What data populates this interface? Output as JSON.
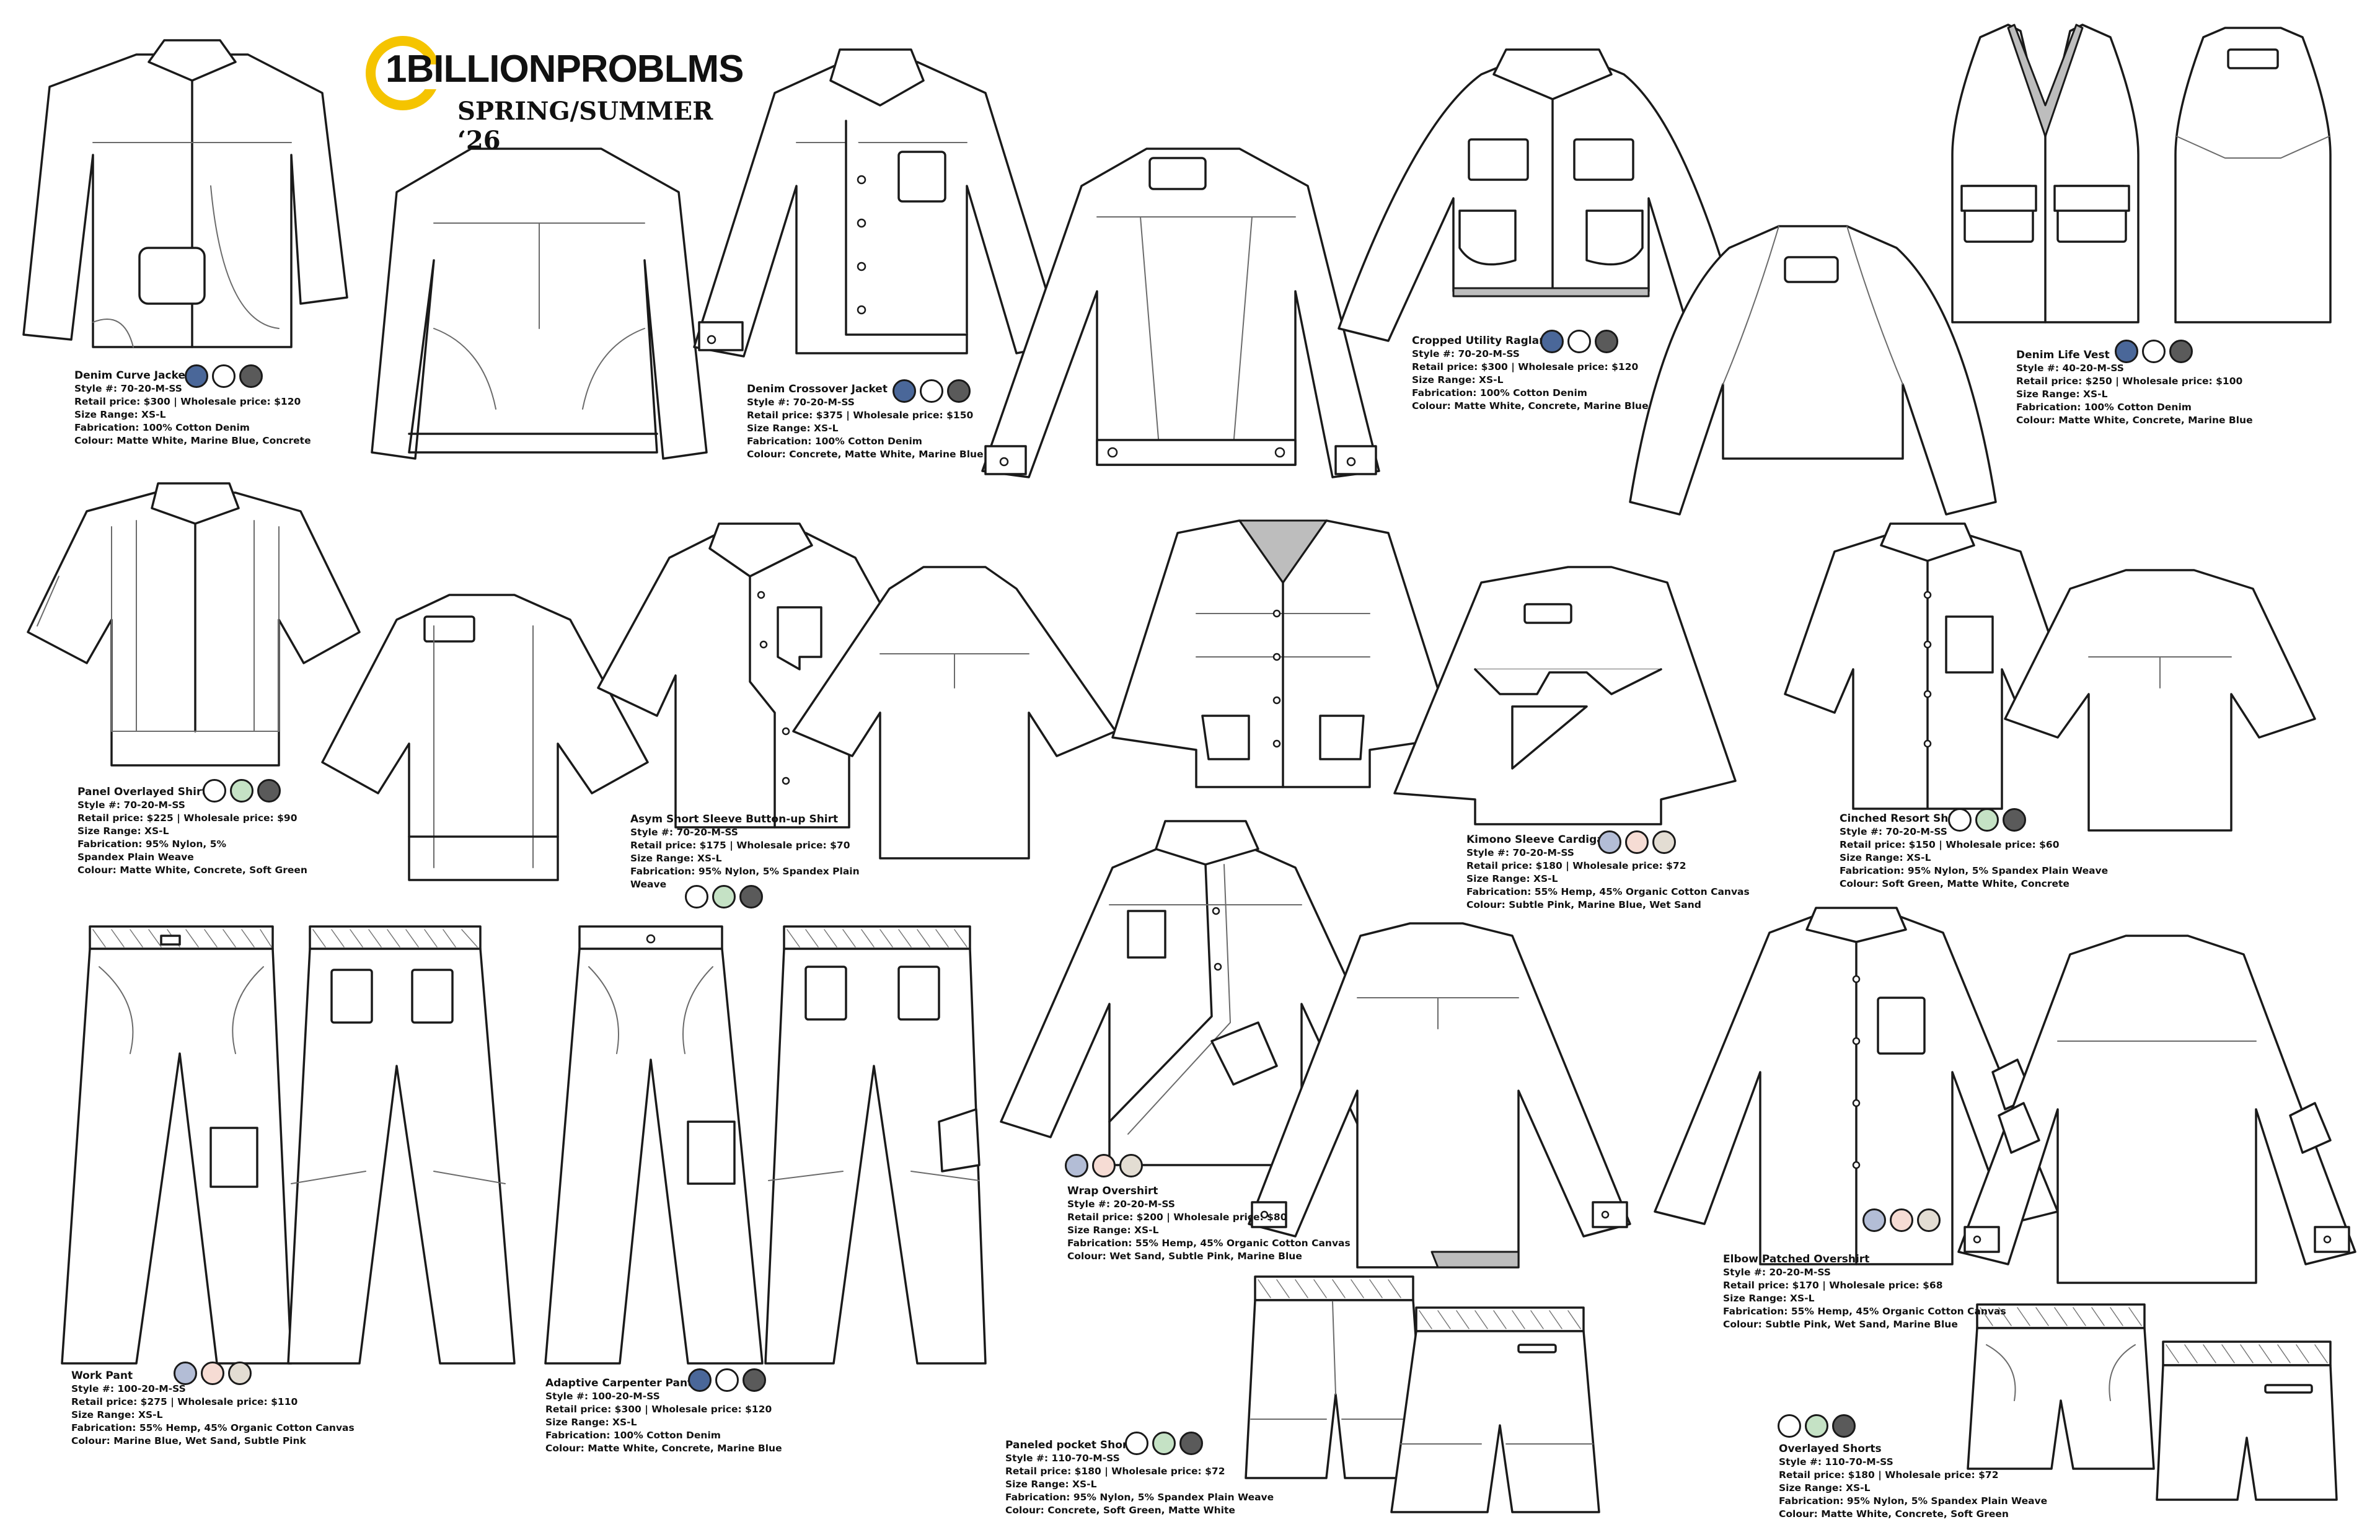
{
  "brand": {
    "logo_text": "1BILLIONPROBLMS",
    "season": "SPRING/SUMMER ‘26",
    "accent_color": "#f5c400"
  },
  "palette": {
    "marine_blue": "#4a6799",
    "matte_white": "#ffffff",
    "concrete": "#5a5a5a",
    "soft_green": "#c5e2c5",
    "subtle_pink": "#f6dcd4",
    "wet_sand": "#e3ddd3",
    "dusty_blue": "#b3bdd6"
  },
  "products": {
    "denim_curve_jacket": {
      "name": "Denim Curve Jacket",
      "style": "Style #: 70-20-M-SS",
      "price": "Retail price: $300 | Wholesale price: $120",
      "size": "Size Range: XS-L",
      "fabric": "Fabrication: 100% Cotton Denim",
      "colour": "Colour: Matte White, Marine Blue, Concrete",
      "swatches": [
        "#4a6799",
        "#ffffff",
        "#5a5a5a"
      ]
    },
    "denim_crossover_jacket": {
      "name": "Denim Crossover Jacket",
      "style": "Style #: 70-20-M-SS",
      "price": "Retail price: $375 | Wholesale price: $150",
      "size": "Size Range: XS-L",
      "fabric": "Fabrication: 100% Cotton Denim",
      "colour": "Colour: Concrete, Matte White, Marine Blue",
      "swatches": [
        "#4a6799",
        "#ffffff",
        "#5a5a5a"
      ]
    },
    "cropped_utility_raglan": {
      "name": "Cropped Utility Raglan",
      "style": "Style #: 70-20-M-SS",
      "price": "Retail price: $300 | Wholesale price: $120",
      "size": "Size Range: XS-L",
      "fabric": "Fabrication: 100% Cotton Denim",
      "colour": "Colour: Matte White, Concrete, Marine Blue",
      "swatches": [
        "#4a6799",
        "#ffffff",
        "#5a5a5a"
      ]
    },
    "denim_life_vest": {
      "name": "Denim Life Vest",
      "style": "Style #: 40-20-M-SS",
      "price": "Retail price: $250 | Wholesale price: $100",
      "size": "Size Range: XS-L",
      "fabric": "Fabrication: 100% Cotton Denim",
      "colour": "Colour: Matte White, Concrete, Marine Blue",
      "swatches": [
        "#4a6799",
        "#ffffff",
        "#5a5a5a"
      ]
    },
    "panel_overlayed_shirt": {
      "name": "Panel Overlayed Shirt",
      "style": "Style #: 70-20-M-SS",
      "price": "Retail price: $225 | Wholesale price: $90",
      "size": "Size Range: XS-L",
      "fabric": "Fabrication: 95% Nylon, 5% Spandex Plain Weave",
      "colour": "Colour: Matte White, Concrete, Soft Green",
      "swatches": [
        "#ffffff",
        "#c5e2c5",
        "#5a5a5a"
      ]
    },
    "asym_short_sleeve": {
      "name": "Asym Short Sleeve Button-up Shirt",
      "style": "Style #: 70-20-M-SS",
      "price": "Retail price: $175 | Wholesale price: $70",
      "size": "Size Range: XS-L",
      "fabric": "Fabrication: 95% Nylon, 5% Spandex Plain Weave",
      "swatches": [
        "#ffffff",
        "#c5e2c5",
        "#5a5a5a"
      ]
    },
    "kimono_sleeve_cardigan": {
      "name": "Kimono Sleeve Cardigan",
      "style": "Style #: 70-20-M-SS",
      "price": "Retail price: $180 | Wholesale price: $72",
      "size": "Size Range: XS-L",
      "fabric": "Fabrication: 55% Hemp, 45% Organic Cotton Canvas",
      "colour": "Colour: Subtle Pink, Marine Blue, Wet Sand",
      "swatches": [
        "#b3bdd6",
        "#f6dcd4",
        "#e3ddd3"
      ]
    },
    "cinched_resort_shirt": {
      "name": "Cinched Resort Shirt",
      "style": "Style #: 70-20-M-SS",
      "price": "Retail price: $150 | Wholesale price: $60",
      "size": "Size Range: XS-L",
      "fabric": "Fabrication: 95% Nylon, 5% Spandex Plain Weave",
      "colour": "Colour: Soft Green, Matte White, Concrete",
      "swatches": [
        "#ffffff",
        "#c5e2c5",
        "#5a5a5a"
      ]
    },
    "work_pant": {
      "name": "Work Pant",
      "style": "Style #: 100-20-M-SS",
      "price": "Retail price: $275 | Wholesale price: $110",
      "size": "Size Range: XS-L",
      "fabric": "Fabrication: 55% Hemp, 45% Organic Cotton Canvas",
      "colour": "Colour: Marine Blue, Wet Sand, Subtle Pink",
      "swatches": [
        "#b3bdd6",
        "#f6dcd4",
        "#e3ddd3"
      ]
    },
    "adaptive_carpenter_pant": {
      "name": "Adaptive Carpenter Pant",
      "style": "Style #: 100-20-M-SS",
      "price": "Retail price: $300 | Wholesale price: $120",
      "size": "Size Range: XS-L",
      "fabric": "Fabrication: 100% Cotton Denim",
      "colour": "Colour: Matte White, Concrete, Marine Blue",
      "swatches": [
        "#4a6799",
        "#ffffff",
        "#5a5a5a"
      ]
    },
    "wrap_overshirt": {
      "name": "Wrap Overshirt",
      "style": "Style #: 20-20-M-SS",
      "price": "Retail price: $200 | Wholesale price: $80",
      "size": "Size Range: XS-L",
      "fabric": "Fabrication: 55% Hemp, 45% Organic Cotton Canvas",
      "colour": "Colour: Wet Sand, Subtle Pink, Marine Blue",
      "swatches": [
        "#b3bdd6",
        "#f6dcd4",
        "#e3ddd3"
      ]
    },
    "elbow_patched_overshirt": {
      "name": "Elbow Patched Overshirt",
      "style": "Style #: 20-20-M-SS",
      "price": "Retail price: $170 | Wholesale price: $68",
      "size": "Size Range: XS-L",
      "fabric": "Fabrication: 55% Hemp, 45% Organic Cotton Canvas",
      "colour": "Colour: Subtle Pink, Wet Sand, Marine Blue",
      "swatches": [
        "#b3bdd6",
        "#f6dcd4",
        "#e3ddd3"
      ]
    },
    "paneled_pocket_shorts": {
      "name": "Paneled pocket Shorts",
      "style": "Style #: 110-70-M-SS",
      "price": "Retail price: $180 | Wholesale price: $72",
      "size": "Size Range: XS-L",
      "fabric": "Fabrication: 95% Nylon, 5% Spandex Plain Weave",
      "colour": "Colour: Concrete, Soft Green, Matte White",
      "swatches": [
        "#ffffff",
        "#c5e2c5",
        "#5a5a5a"
      ]
    },
    "overlayed_shorts": {
      "name": "Overlayed Shorts",
      "style": "Style #: 110-70-M-SS",
      "price": "Retail price: $180 | Wholesale price: $72",
      "size": "Size Range: XS-L",
      "fabric": "Fabrication: 95% Nylon, 5% Spandex Plain Weave",
      "colour": "Colour: Matte White, Concrete, Soft Green",
      "swatches": [
        "#ffffff",
        "#c5e2c5",
        "#5a5a5a"
      ]
    }
  }
}
